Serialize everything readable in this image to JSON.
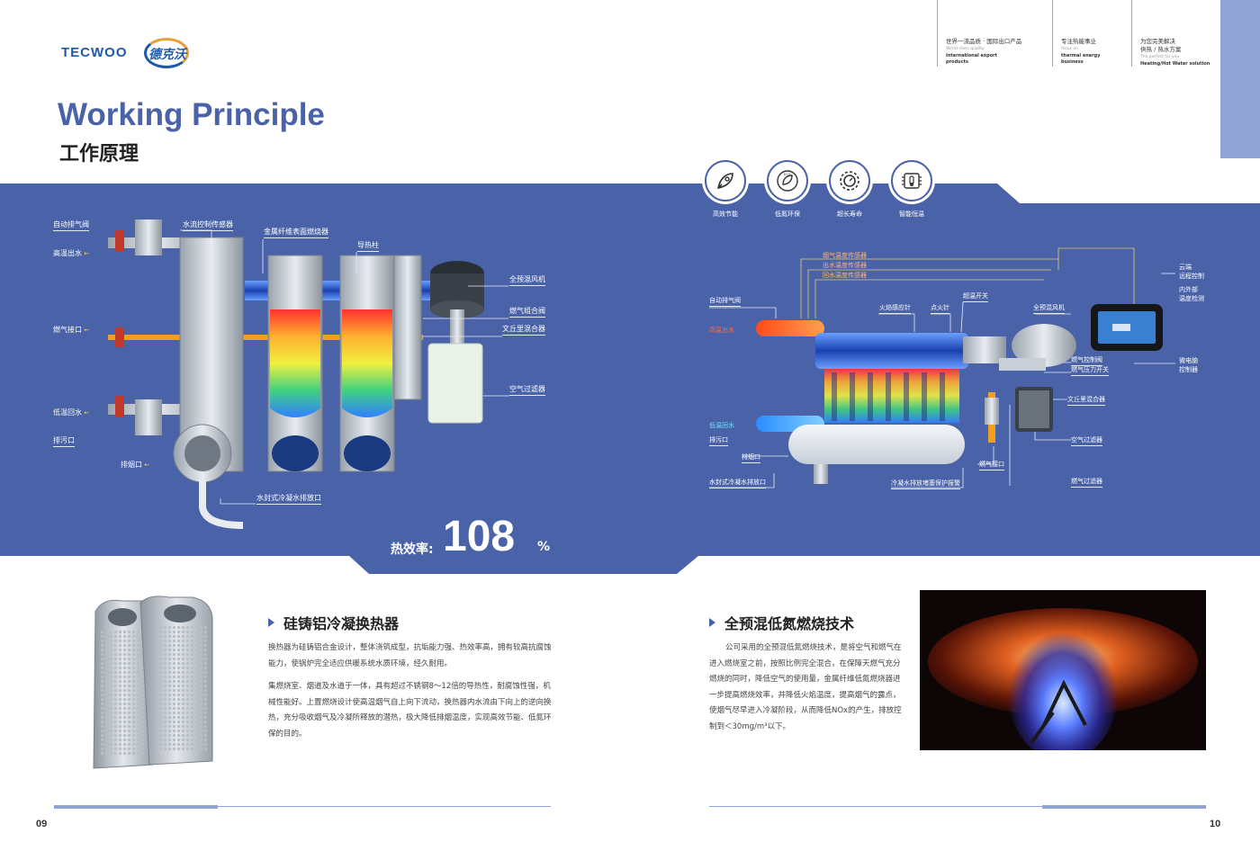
{
  "header": {
    "logo_text": "TECWOO",
    "logo_cn": "德克沃",
    "columns": [
      {
        "cn": "世界一流品质 · 国际出口产品",
        "en_light": "World-class quality",
        "en_bold_1": "International export",
        "en_bold_2": "products"
      },
      {
        "cn": "专注热能事业",
        "en_light": "focus on",
        "en_bold_1": "thermal energy",
        "en_bold_2": "business"
      },
      {
        "cn_1": "为您完美解决",
        "cn_2": "供热 / 热水方案",
        "en_light": "The perfect for you",
        "en_bold_1": "Heating/Hot Water solution"
      }
    ]
  },
  "title": {
    "en": "Working Principle",
    "cn": "工作原理"
  },
  "features": [
    {
      "label": "高效节能",
      "icon": "rocket-icon"
    },
    {
      "label": "低氮环保",
      "icon": "eco-leaf-icon"
    },
    {
      "label": "超长寿命",
      "icon": "gear-icon"
    },
    {
      "label": "智能恒温",
      "icon": "thermostat-chip-icon"
    }
  ],
  "left_diagram": {
    "labels": {
      "auto_vent": "自动排气阀",
      "flow_sensor": "水流控制传感器",
      "metal_fiber_burner": "金属纤维表面燃烧器",
      "heat_pipe": "导热柱",
      "high_temp_outlet": "高温出水",
      "premix_fan": "全预混风机",
      "gas_valve_group": "燃气组合阀",
      "venturi": "文丘里混合器",
      "gas_inlet": "燃气接口",
      "air_filter": "空气过滤器",
      "low_temp_return": "低温回水",
      "drain": "排污口",
      "flue": "排烟口",
      "condensate": "水封式冷凝水排放口"
    }
  },
  "efficiency": {
    "label": "热效率:",
    "value": "108",
    "unit": "%"
  },
  "right_diagram": {
    "labels": {
      "flue_temp": "烟气温度传感器",
      "outlet_temp": "出水温度传感器",
      "return_temp": "回水温度传感器",
      "auto_vent": "自动排气阀",
      "flame_probe": "火焰感应针",
      "ignition": "点火针",
      "overtemp": "超温开关",
      "premix_fan": "全预混风机",
      "high_temp_outlet": "高温出水",
      "gas_control": "燃气控制阀",
      "gas_pressure": "燃气压力开关",
      "venturi": "文丘里混合器",
      "low_temp_return": "低温回水",
      "drain": "排污口",
      "air_filter": "空气过滤器",
      "flue": "排烟口",
      "gas_inlet": "燃气接口",
      "condensate": "水封式冷凝水排放口",
      "condensate_alarm": "冷凝水排放堵塞保护报警",
      "gas_filter": "燃气过滤器",
      "cloud_1": "云端",
      "cloud_2": "远程控制",
      "in_out_1": "内外部",
      "in_out_2": "温度检测",
      "mcu_1": "微电脑",
      "mcu_2": "控制器"
    }
  },
  "section_left": {
    "title": "硅铸铝冷凝换热器",
    "para1": "换热器为硅铸铝合金设计，整体浇筑成型，抗垢能力强、热效率高，拥有较高抗腐蚀能力，使锅炉完全适应供暖系统水质环境，经久耐用。",
    "para2": "集燃烧室、烟道及水道于一体，具有超过不锈钢8～12倍的导热性，耐腐蚀性强，机械性能好。上置燃烧设计使高温烟气自上向下流动，换热器内水流由下向上的逆向换热，充分吸收烟气及冷凝所释放的潜热，极大降低排烟温度，实现高效节能、低氮环保的目的。"
  },
  "section_right": {
    "title": "全预混低氮燃烧技术",
    "para": "公司采用的全预混低氮燃烧技术，是将空气和燃气在进入燃烧室之前，按照比例完全混合，在保障天燃气充分燃烧的同时，降低空气的使用量，金属纤维低氮燃烧器进一步提高燃烧效率，并降低火焰温度，提高烟气的露点，使烟气尽早进入冷凝阶段，从而降低NOx的产生，排放控制到＜30mg/m³以下。"
  },
  "footer": {
    "page_left": "09",
    "page_right": "10"
  }
}
